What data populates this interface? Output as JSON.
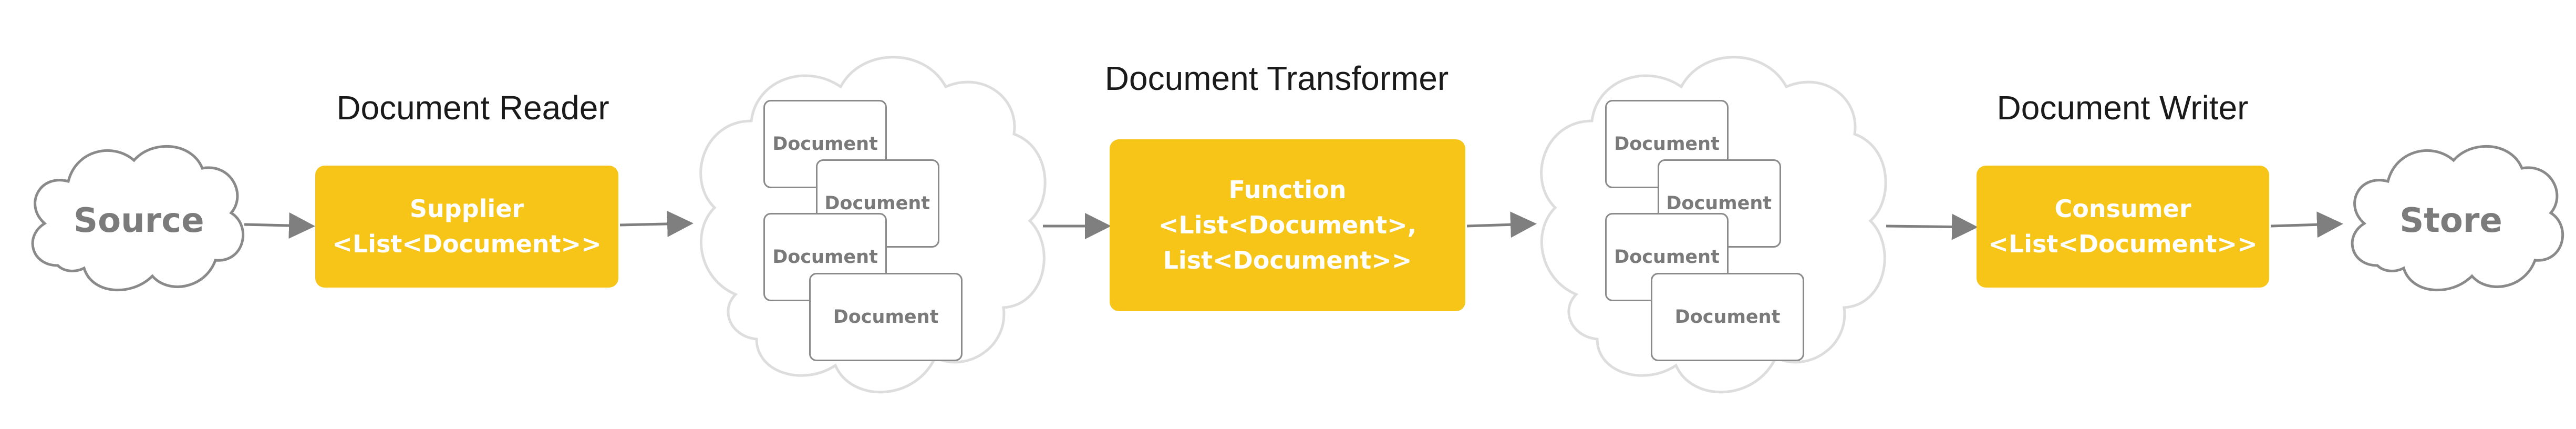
{
  "source": {
    "label": "Source"
  },
  "store": {
    "label": "Store"
  },
  "reader": {
    "title": "Document Reader",
    "line1": "Supplier",
    "line2": "<List<Document>>"
  },
  "transformer": {
    "title": "Document Transformer",
    "line1": "Function",
    "line2": "<List<Document>,",
    "line3": "List<Document>>"
  },
  "writer": {
    "title": "Document Writer",
    "line1": "Consumer",
    "line2": "<List<Document>>"
  },
  "documents_group_1": [
    "Document",
    "Document",
    "Document",
    "Document"
  ],
  "documents_group_2": [
    "Document",
    "Document",
    "Document",
    "Document"
  ],
  "colors": {
    "accent": "#f6c518",
    "arrow": "#7f7f7f",
    "outline": "#8a8a8a",
    "cloud_light": "#dddddd"
  }
}
